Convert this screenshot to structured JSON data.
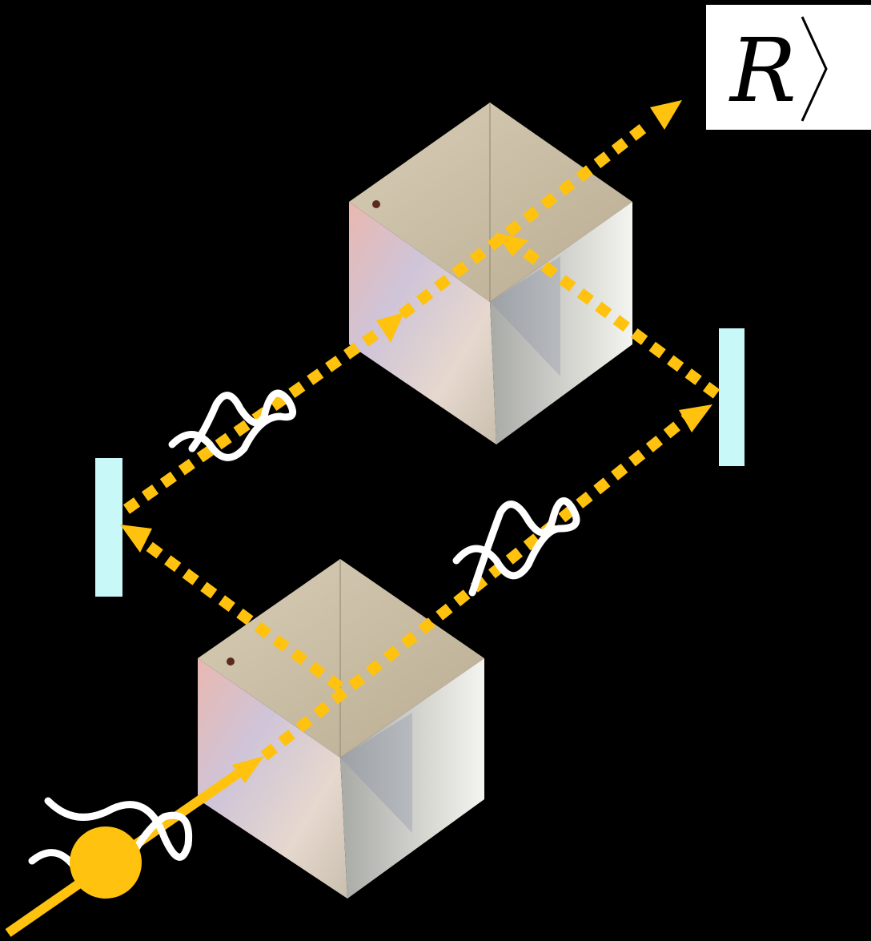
{
  "state_label": {
    "letter": "R"
  },
  "colors": {
    "background": "#000000",
    "beam": "#FFC20E",
    "photon": "#FFC20E",
    "wave": "#FFFFFF",
    "mirror": "#C8F8F8",
    "label_box": "#FFFFFF"
  },
  "components": {
    "beam_splitters": [
      "lower-beam-splitter-cube",
      "upper-beam-splitter-cube"
    ],
    "mirrors": [
      "left-mirror",
      "right-mirror"
    ]
  },
  "icons": {
    "photon": "photon-dot-icon",
    "wave": "wave-packet-icon",
    "arrow": "arrow-head-icon"
  }
}
